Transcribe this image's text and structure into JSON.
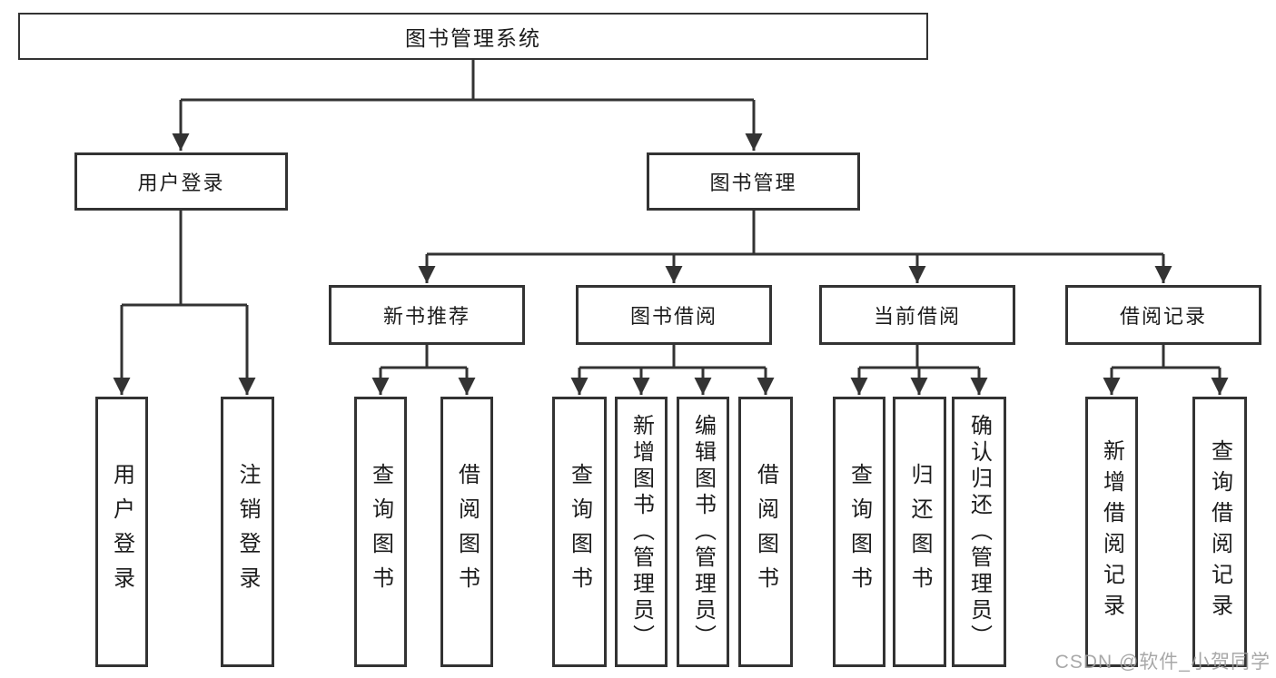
{
  "diagram": {
    "nodes": {
      "root": {
        "label": "图书管理系统"
      },
      "user_branch": {
        "label": "用户登录"
      },
      "book_mgmt": {
        "label": "图书管理"
      },
      "new_book_rec": {
        "label": "新书推荐"
      },
      "book_borrow": {
        "label": "图书借阅"
      },
      "current_borrow": {
        "label": "当前借阅"
      },
      "borrow_record": {
        "label": "借阅记录"
      },
      "leaf_user_login": {
        "label": "用户登录"
      },
      "leaf_logout": {
        "label": "注销登录"
      },
      "leaf_query_book_1": {
        "label": "查询图书"
      },
      "leaf_borrow_book_1": {
        "label": "借阅图书"
      },
      "leaf_query_book_2": {
        "label": "查询图书"
      },
      "leaf_add_book": {
        "label": "新增图书（管理员）"
      },
      "leaf_edit_book": {
        "label": "编辑图书（管理员）"
      },
      "leaf_borrow_book_2": {
        "label": "借阅图书"
      },
      "leaf_query_book_3": {
        "label": "查询图书"
      },
      "leaf_return_book": {
        "label": "归还图书"
      },
      "leaf_confirm_return": {
        "label": "确认归还（管理员）"
      },
      "leaf_add_record": {
        "label": "新增借阅记录"
      },
      "leaf_query_record": {
        "label": "查询借阅记录"
      }
    },
    "colors": {
      "line": "#333333",
      "text": "#1c1c1c",
      "background": "#ffffff",
      "watermark": "#9e9e9e"
    }
  },
  "watermark": {
    "text": "CSDN @软件_小贺同学"
  }
}
